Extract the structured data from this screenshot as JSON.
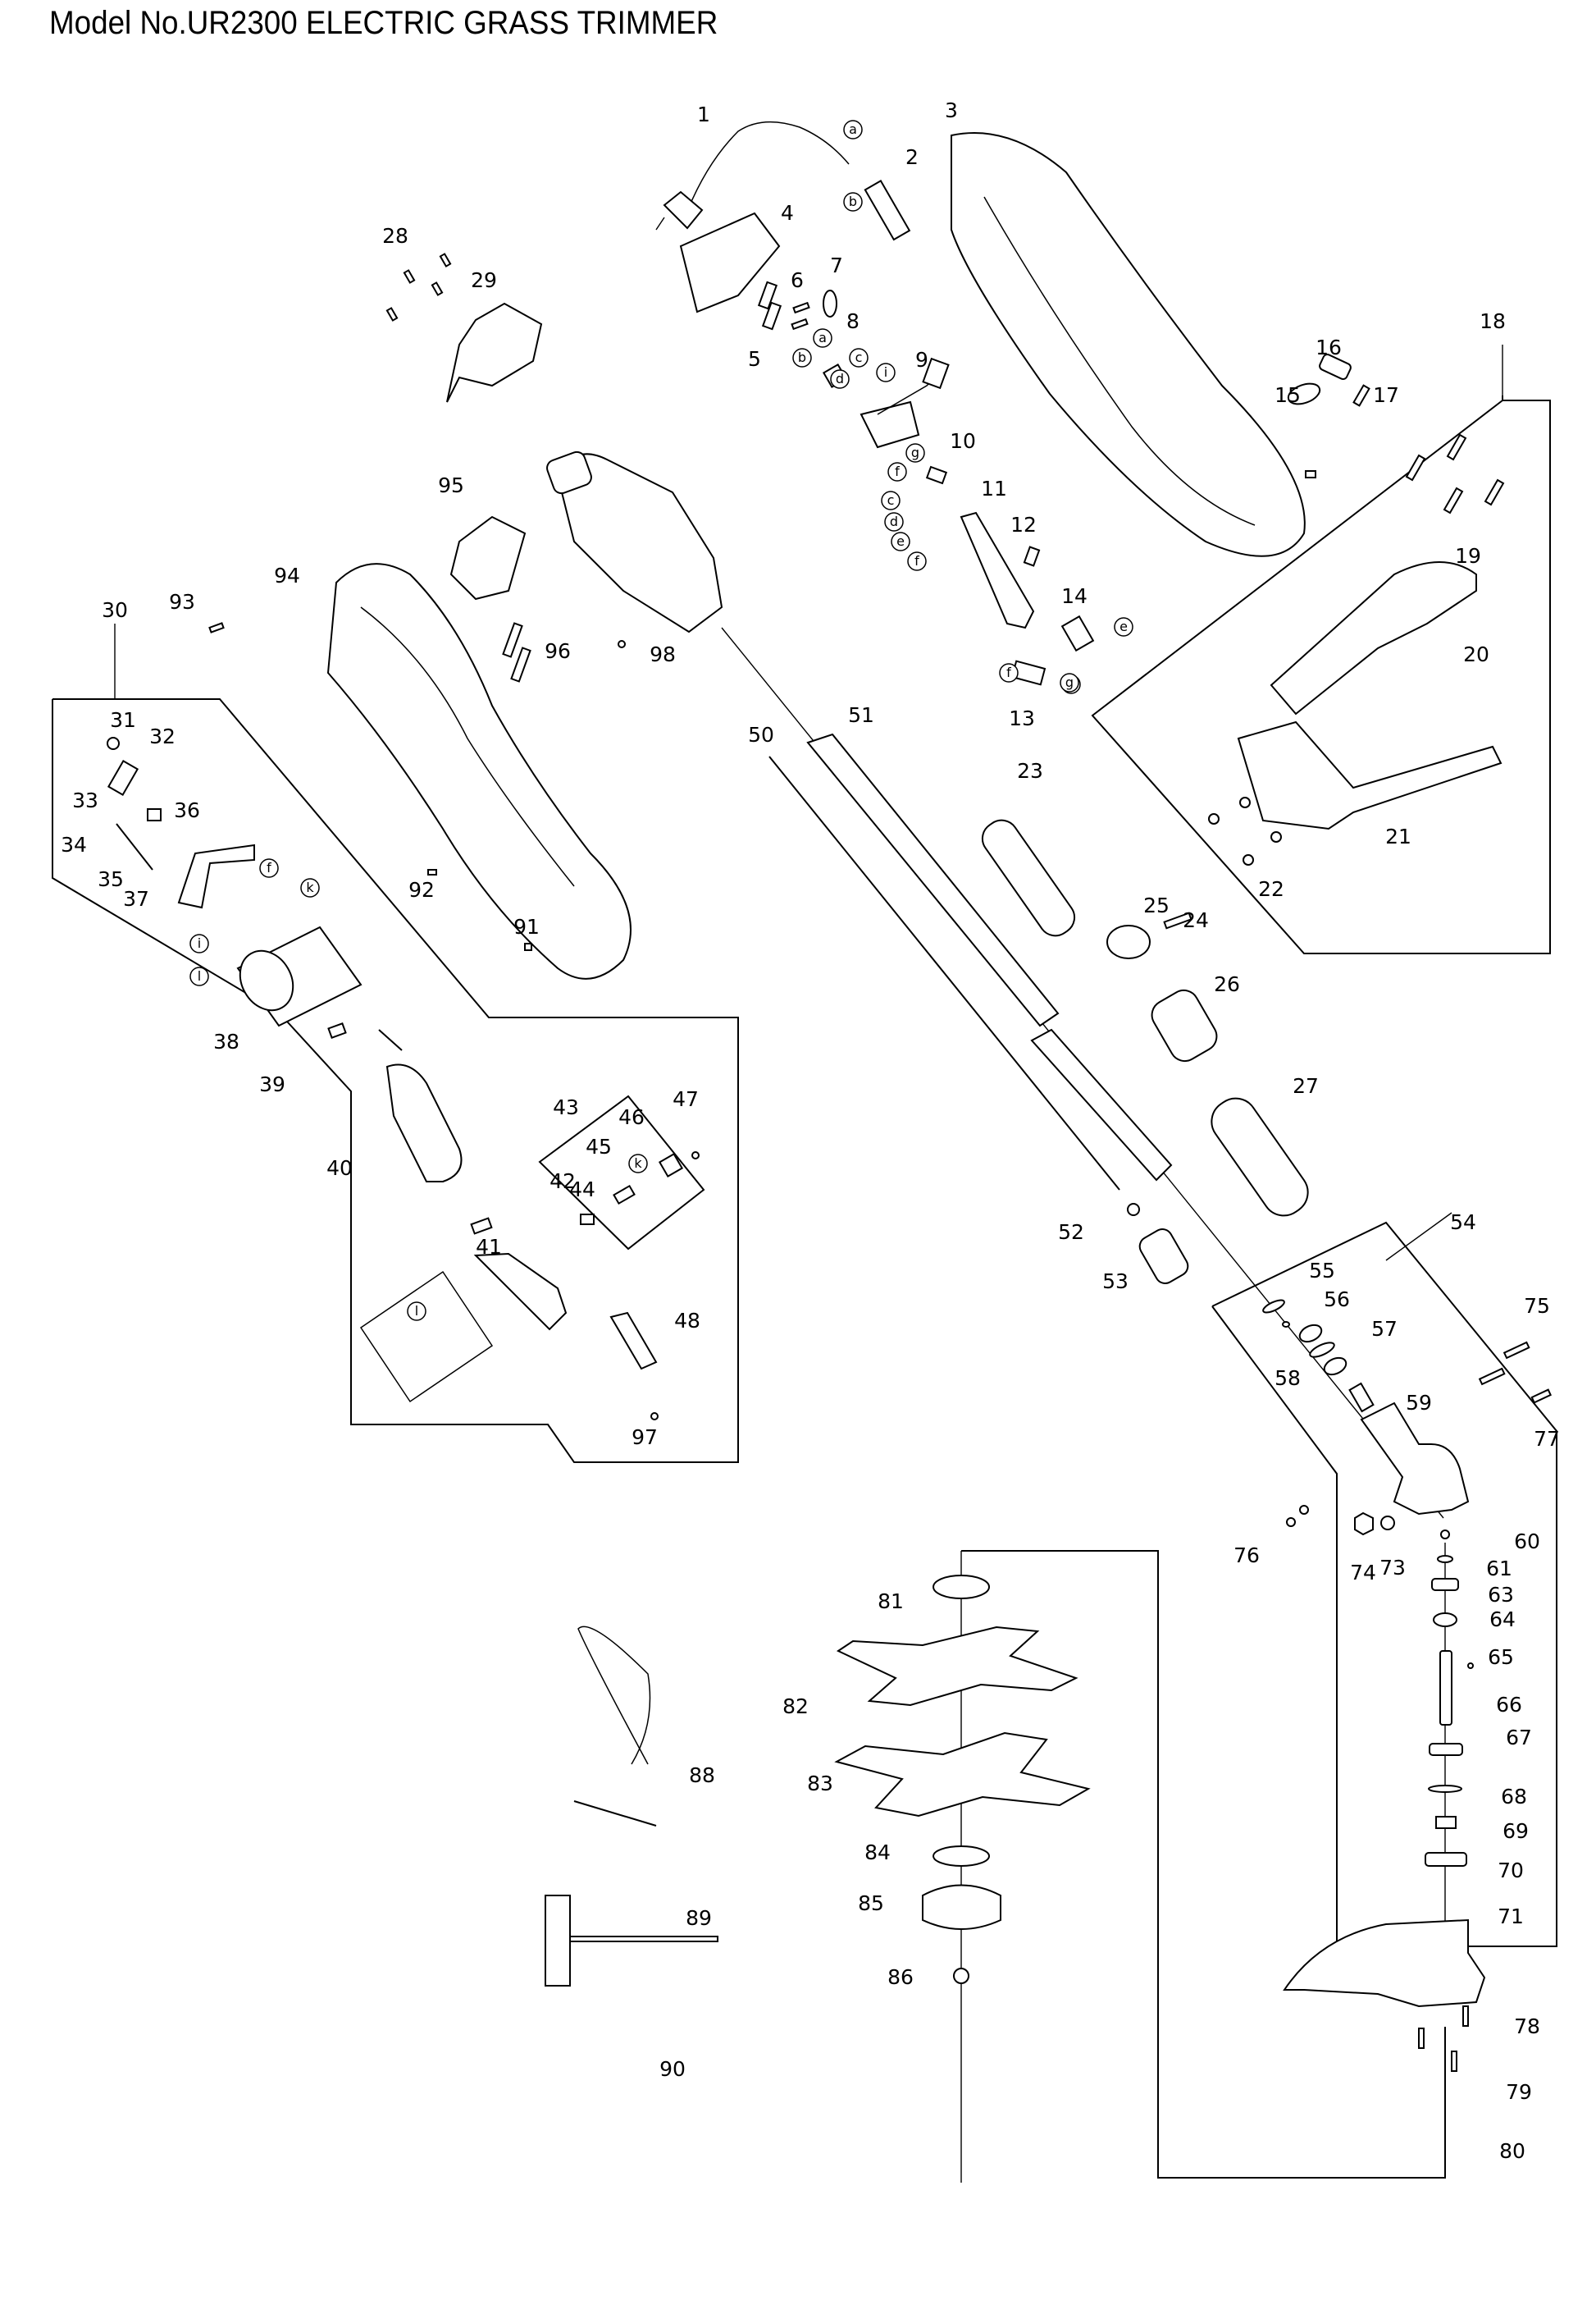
{
  "title": "Model No.UR2300 ELECTRIC GRASS TRIMMER",
  "model": "UR2300",
  "product": "ELECTRIC GRASS TRIMMER",
  "part_labels": [
    "1",
    "2",
    "3",
    "4",
    "5",
    "6",
    "7",
    "8",
    "9",
    "10",
    "11",
    "12",
    "13",
    "14",
    "15",
    "16",
    "17",
    "18",
    "19",
    "20",
    "21",
    "22",
    "23",
    "24",
    "25",
    "26",
    "27",
    "28",
    "29",
    "30",
    "31",
    "32",
    "33",
    "34",
    "35",
    "36",
    "37",
    "38",
    "39",
    "40",
    "41",
    "42",
    "43",
    "44",
    "45",
    "46",
    "47",
    "48",
    "50",
    "51",
    "52",
    "53",
    "54",
    "55",
    "56",
    "57",
    "58",
    "59",
    "60",
    "61",
    "63",
    "64",
    "65",
    "66",
    "67",
    "68",
    "69",
    "70",
    "71",
    "73",
    "74",
    "75",
    "76",
    "77",
    "78",
    "79",
    "80",
    "81",
    "82",
    "83",
    "84",
    "85",
    "86",
    "88",
    "89",
    "90",
    "91",
    "92",
    "93",
    "94",
    "95",
    "96",
    "97",
    "98"
  ],
  "wire_connection_markers": [
    "a",
    "b",
    "c",
    "d",
    "e",
    "f",
    "g",
    "i",
    "k",
    "l"
  ],
  "assemblies": [
    {
      "number": "18",
      "contains": [
        "19",
        "20",
        "21",
        "22"
      ]
    },
    {
      "number": "30",
      "contains": [
        "31",
        "32",
        "33",
        "34",
        "35",
        "36",
        "37",
        "38",
        "39",
        "40",
        "41",
        "42",
        "43",
        "48"
      ]
    },
    {
      "number": "43",
      "contains": [
        "44",
        "45",
        "46",
        "47"
      ]
    },
    {
      "number": "54",
      "contains": [
        "55",
        "56",
        "57",
        "58",
        "59",
        "60",
        "61",
        "63",
        "64",
        "65",
        "66",
        "67",
        "68",
        "69",
        "70",
        "71"
      ]
    }
  ]
}
